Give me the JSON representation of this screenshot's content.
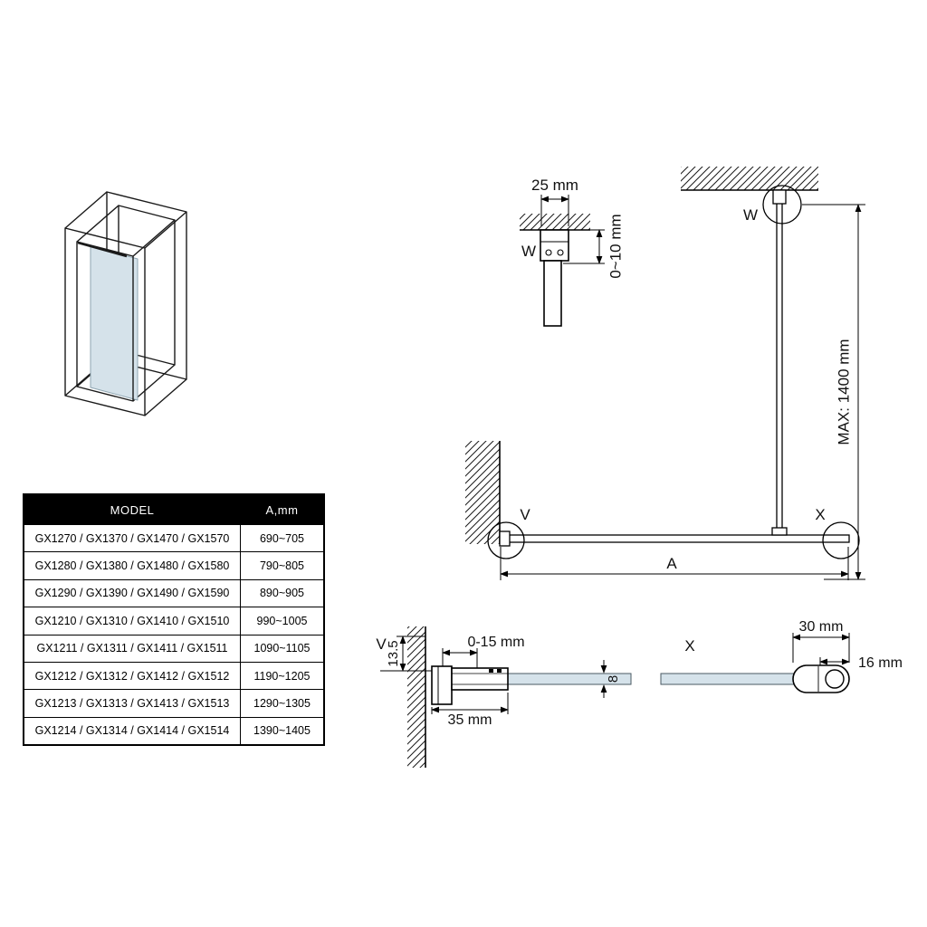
{
  "colors": {
    "glass": "#d5e2ea",
    "line": "#000000",
    "table_header_bg": "#000000",
    "table_header_fg": "#ffffff"
  },
  "table": {
    "headers": {
      "model": "MODEL",
      "a": "A,mm"
    },
    "rows": [
      {
        "model": "GX1270 / GX1370 / GX1470 / GX1570",
        "a": "690~705"
      },
      {
        "model": "GX1280 / GX1380 / GX1480 / GX1580",
        "a": "790~805"
      },
      {
        "model": "GX1290 / GX1390 / GX1490 / GX1590",
        "a": "890~905"
      },
      {
        "model": "GX1210 / GX1310 / GX1410 / GX1510",
        "a": "990~1005"
      },
      {
        "model": "GX1211 / GX1311 / GX1411 / GX1511",
        "a": "1090~1105"
      },
      {
        "model": "GX1212 / GX1312 / GX1412 / GX1512",
        "a": "1190~1205"
      },
      {
        "model": "GX1213 / GX1313 / GX1413 / GX1513",
        "a": "1290~1305"
      },
      {
        "model": "GX1214 / GX1314 / GX1414 / GX1514",
        "a": "1390~1405"
      }
    ]
  },
  "diagram": {
    "detail_w": {
      "label": "W",
      "width": "25 mm",
      "ceiling_gap": "0~10 mm"
    },
    "ceiling_mount": {
      "label": "W",
      "max_bar_length": "MAX: 1400 mm"
    },
    "assembly": {
      "wall_detail_label": "V",
      "end_detail_label": "X",
      "span_label": "A"
    },
    "detail_v": {
      "label": "V",
      "wall_offset": "13.5",
      "adjust_range": "0-15 mm",
      "profile_width": "35 mm",
      "glass_thickness": "8"
    },
    "detail_x": {
      "label": "X",
      "profile_width": "30 mm",
      "clamp_size": "16 mm"
    }
  }
}
